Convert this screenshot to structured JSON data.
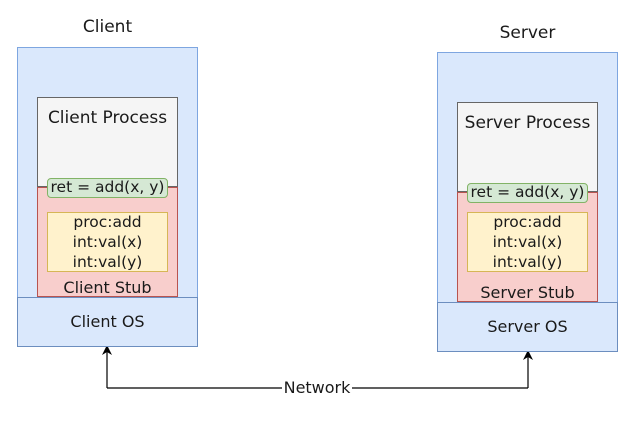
{
  "client": {
    "title": "Client",
    "process_label": "Client Process",
    "call_label": "ret = add(x, y)",
    "params": [
      "proc:add",
      "int:val(x)",
      "int:val(y)"
    ],
    "stub_label": "Client Stub",
    "os_label": "Client OS"
  },
  "server": {
    "title": "Server",
    "process_label": "Server Process",
    "call_label": "ret = add(x, y)",
    "params": [
      "proc:add",
      "int:val(x)",
      "int:val(y)"
    ],
    "stub_label": "Server Stub",
    "os_label": "Server OS"
  },
  "network": {
    "label": "Network"
  }
}
